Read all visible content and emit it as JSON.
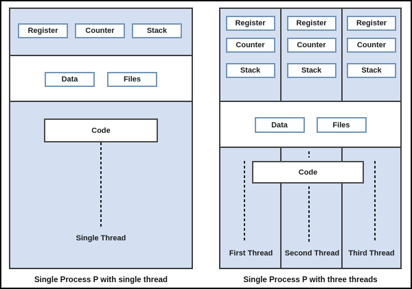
{
  "colors": {
    "section_blue": "#d4e0f2",
    "box_fill": "#fdfeff",
    "box_border_blue": "#7495b6",
    "outline_dark": "#3f3f3f",
    "text": "#1b1b1b"
  },
  "left_diagram": {
    "registers_row": [
      "Register",
      "Counter",
      "Stack"
    ],
    "data_files": [
      "Data",
      "Files"
    ],
    "code_label": "Code",
    "thread_label": "Single Thread",
    "caption": "Single Process P with single thread"
  },
  "right_diagram": {
    "columns": [
      {
        "boxes": [
          "Register",
          "Counter",
          "Stack"
        ],
        "thread_label": "First Thread"
      },
      {
        "boxes": [
          "Register",
          "Counter",
          "Stack"
        ],
        "thread_label": "Second Thread"
      },
      {
        "boxes": [
          "Register",
          "Counter",
          "Stack"
        ],
        "thread_label": "Third Thread"
      }
    ],
    "data_files": [
      "Data",
      "Files"
    ],
    "code_label": "Code",
    "caption": "Single Process P with three threads"
  }
}
